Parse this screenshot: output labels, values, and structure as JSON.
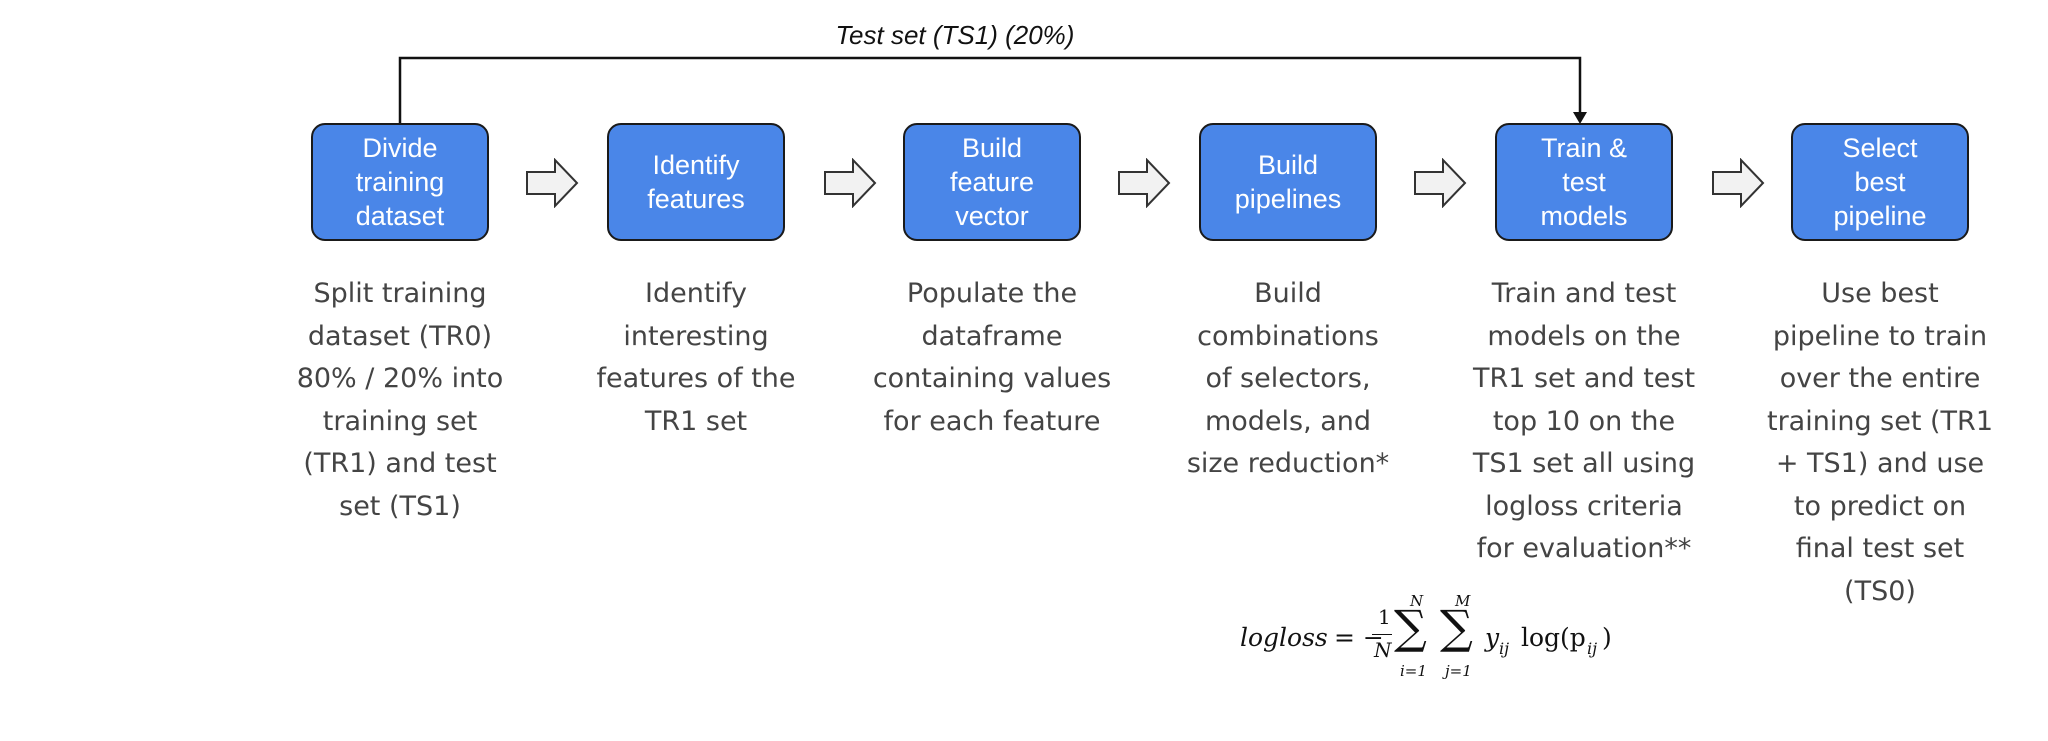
{
  "loop_label": "Test set (TS1) (20%)",
  "steps": [
    {
      "title": "Divide\ntraining\ndataset",
      "description": "Split training\ndataset (TR0)\n80% / 20% into\ntraining set\n(TR1) and test\nset (TS1)"
    },
    {
      "title": "Identify\nfeatures",
      "description": "Identify\ninteresting\nfeatures of the\nTR1 set"
    },
    {
      "title": "Build\nfeature\nvector",
      "description": "Populate the\ndataframe\ncontaining values\nfor each feature"
    },
    {
      "title": "Build\npipelines",
      "description": "Build\ncombinations\nof selectors,\nmodels, and\nsize reduction*"
    },
    {
      "title": "Train &\ntest\nmodels",
      "description": "Train and test\nmodels on the\nTR1 set and test\ntop 10 on the\nTS1 set all using\nlogloss criteria\nfor evaluation**"
    },
    {
      "title": "Select\nbest\npipeline",
      "description": "Use best\npipeline to train\nover the entire\ntraining set (TR1\n+ TS1) and use\nto predict on\nfinal test set\n(TS0)"
    }
  ],
  "formula": {
    "lhs": "logloss",
    "equals": "= −",
    "frac_num": "1",
    "frac_den": "N",
    "sum1_upper": "N",
    "sum1_lower": "i=1",
    "sum2_upper": "M",
    "sum2_lower": "j=1",
    "sigma": "∑",
    "term": "y",
    "term_sub": "ij",
    "log_text": " log(p",
    "log_sub": "ij",
    "close": ")"
  },
  "colors": {
    "box_fill": "#4a86e8",
    "box_border": "#1a1a1a",
    "box_text": "#ffffff",
    "description_text": "#444444",
    "connector": "#111111",
    "arrow_fill": "#f2f2f2",
    "arrow_stroke": "#333333"
  }
}
